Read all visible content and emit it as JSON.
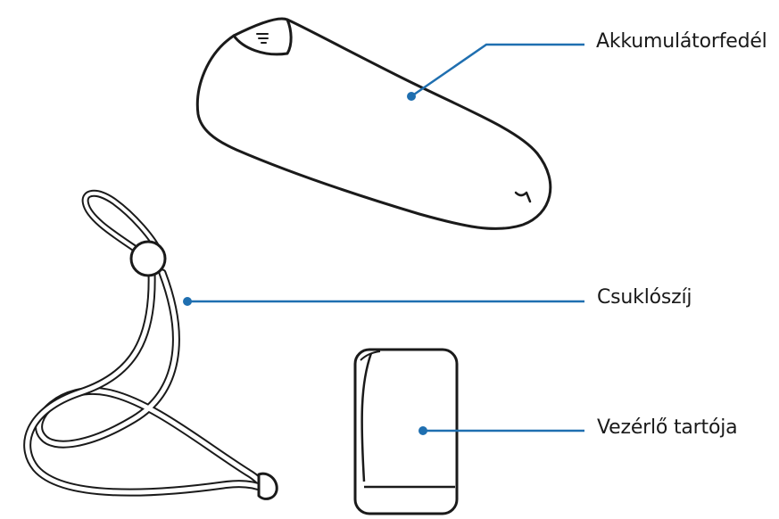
{
  "colors": {
    "outline": "#1a1a1a",
    "leader": "#1f6fb0",
    "text": "#1a1a1a",
    "background": "#ffffff"
  },
  "labels": {
    "battery_cover": "Akkumulátorfedél",
    "wrist_strap": "Csuklószíj",
    "controller_holder": "Vezérlő tartója"
  }
}
